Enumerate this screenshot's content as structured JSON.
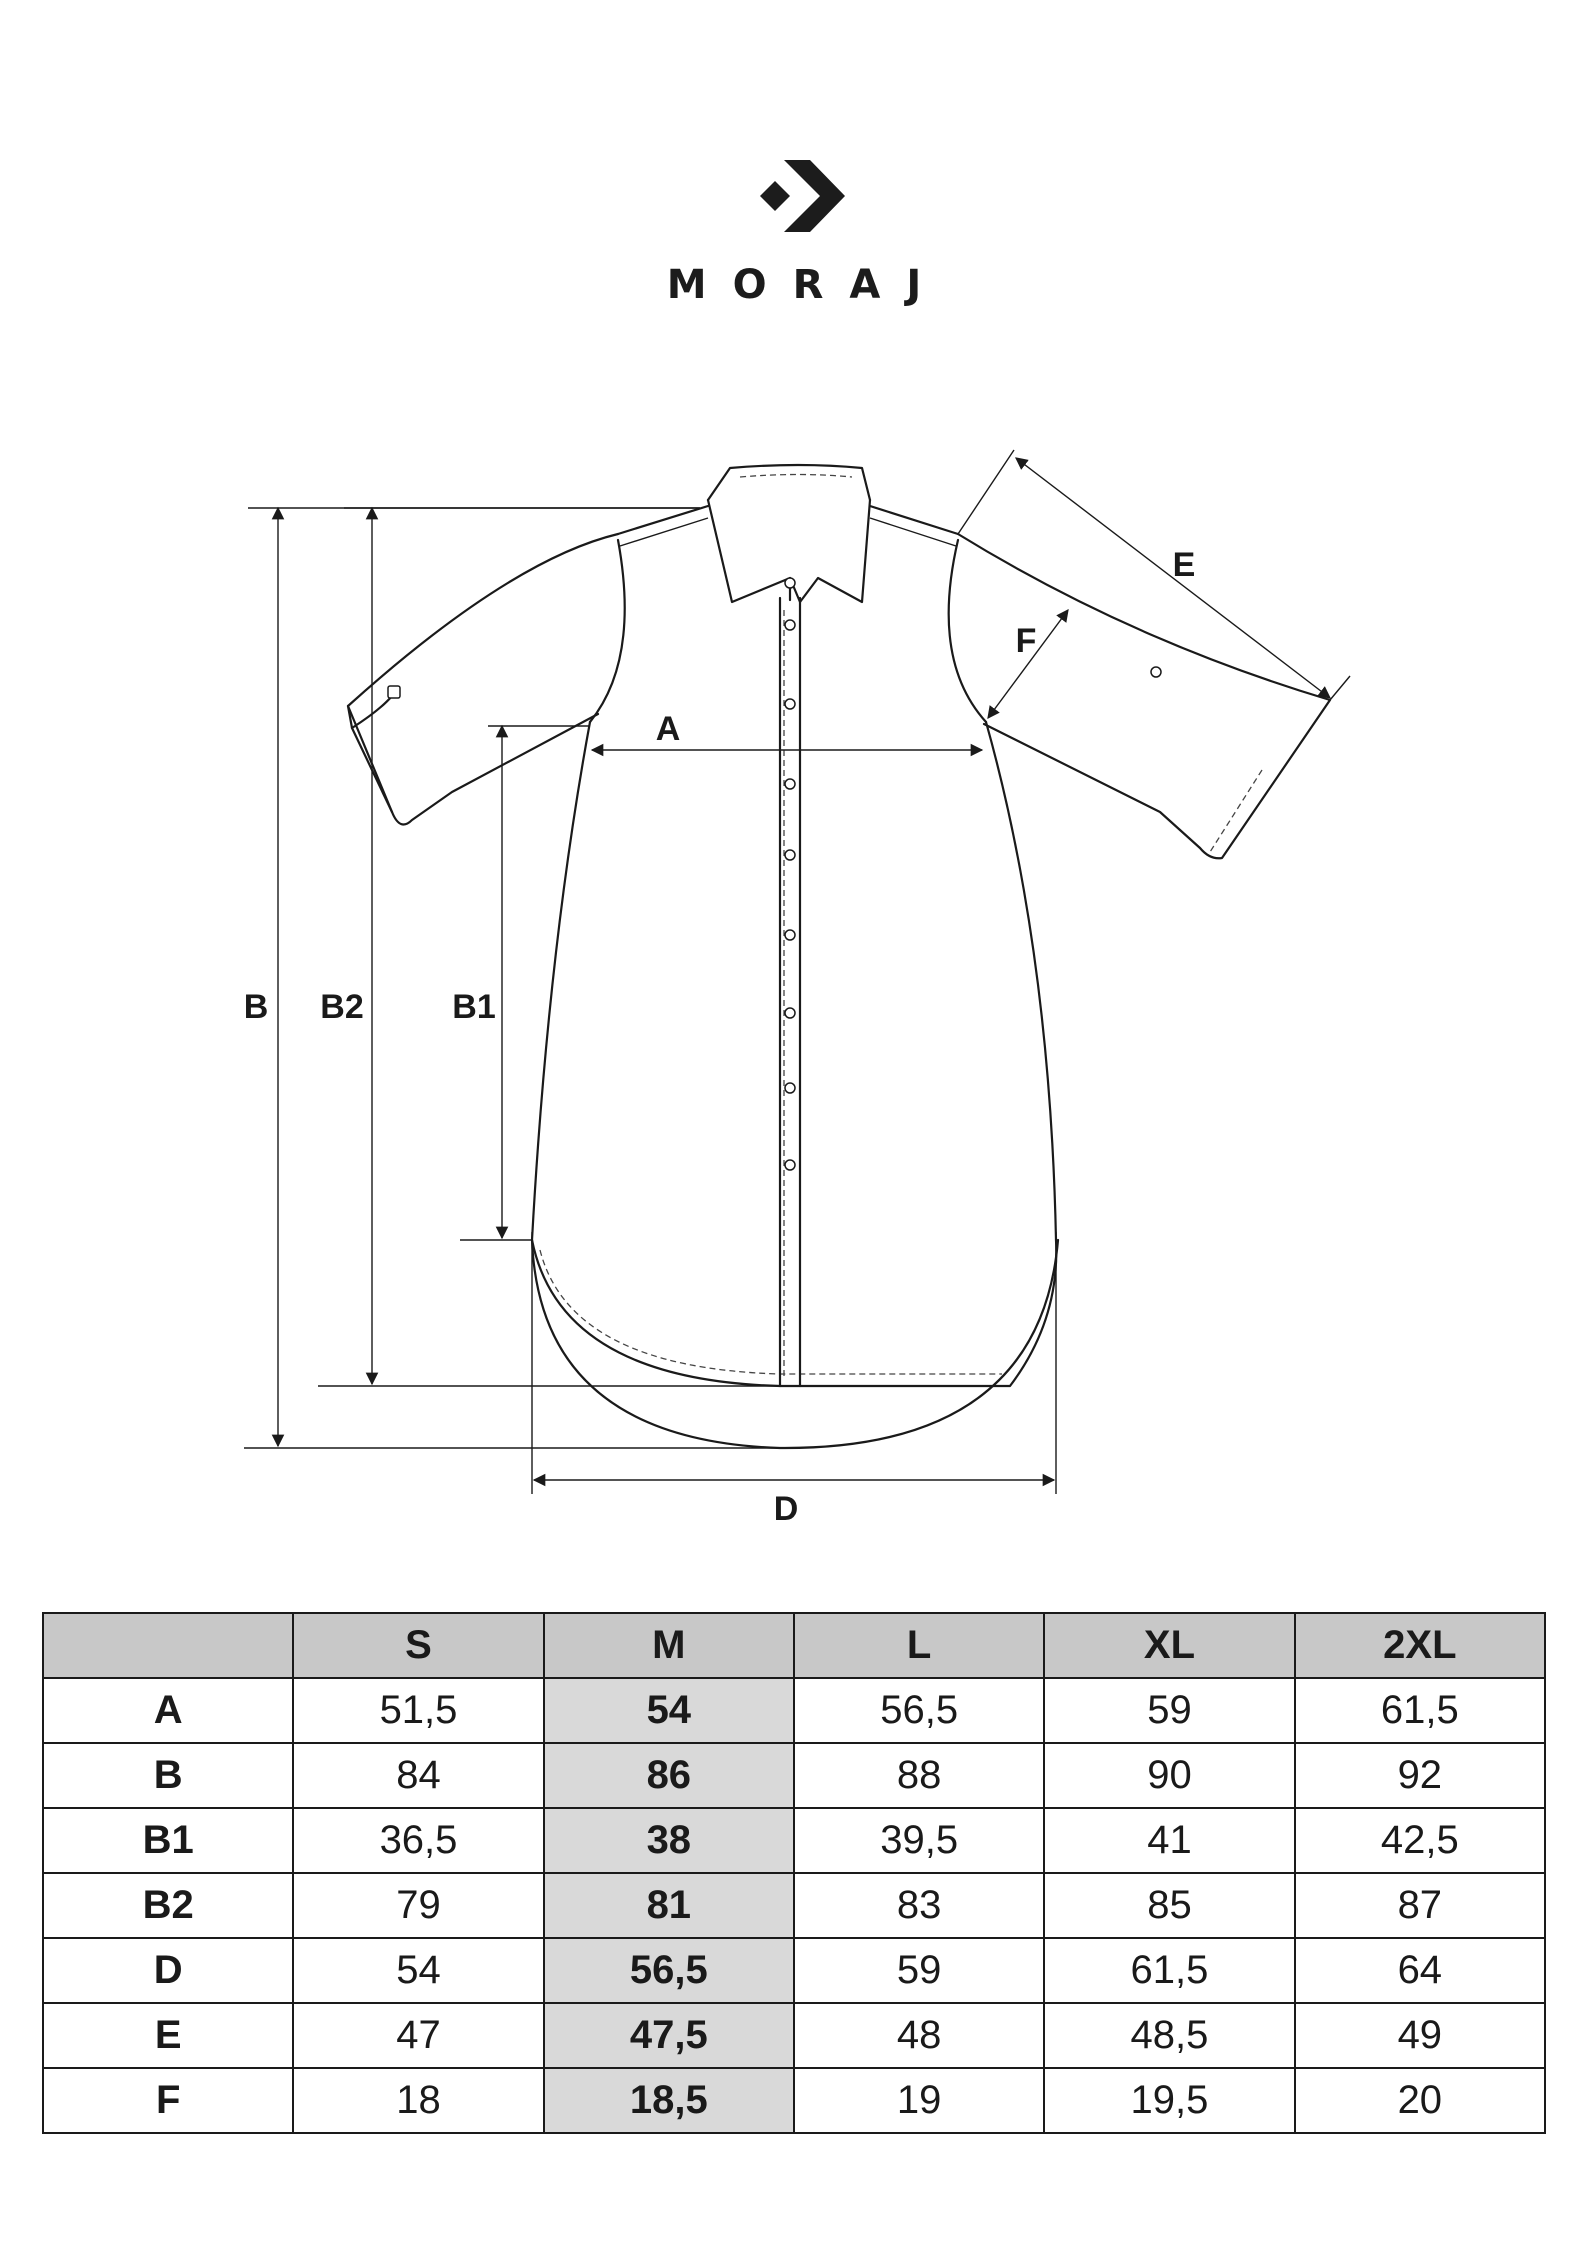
{
  "brand": {
    "name": "MORAJ",
    "logo_icon": "arrow-diamond-logo-icon"
  },
  "diagram": {
    "labels": {
      "A": "A",
      "B": "B",
      "B1": "B1",
      "B2": "B2",
      "D": "D",
      "E": "E",
      "F": "F"
    }
  },
  "size_table": {
    "header_blank": "",
    "sizes": [
      "S",
      "M",
      "L",
      "XL",
      "2XL"
    ],
    "highlight_column": 1,
    "rows": [
      {
        "label": "A",
        "values": [
          "51,5",
          "54",
          "56,5",
          "59",
          "61,5"
        ]
      },
      {
        "label": "B",
        "values": [
          "84",
          "86",
          "88",
          "90",
          "92"
        ]
      },
      {
        "label": "B1",
        "values": [
          "36,5",
          "38",
          "39,5",
          "41",
          "42,5"
        ]
      },
      {
        "label": "B2",
        "values": [
          "79",
          "81",
          "83",
          "85",
          "87"
        ]
      },
      {
        "label": "D",
        "values": [
          "54",
          "56,5",
          "59",
          "61,5",
          "64"
        ]
      },
      {
        "label": "E",
        "values": [
          "47",
          "47,5",
          "48",
          "48,5",
          "49"
        ]
      },
      {
        "label": "F",
        "values": [
          "18",
          "18,5",
          "19",
          "19,5",
          "20"
        ]
      }
    ]
  },
  "colors": {
    "header_fill": "#c8c8c8",
    "highlight_fill": "#d9d9d9",
    "ink": "#1a1a1a"
  }
}
